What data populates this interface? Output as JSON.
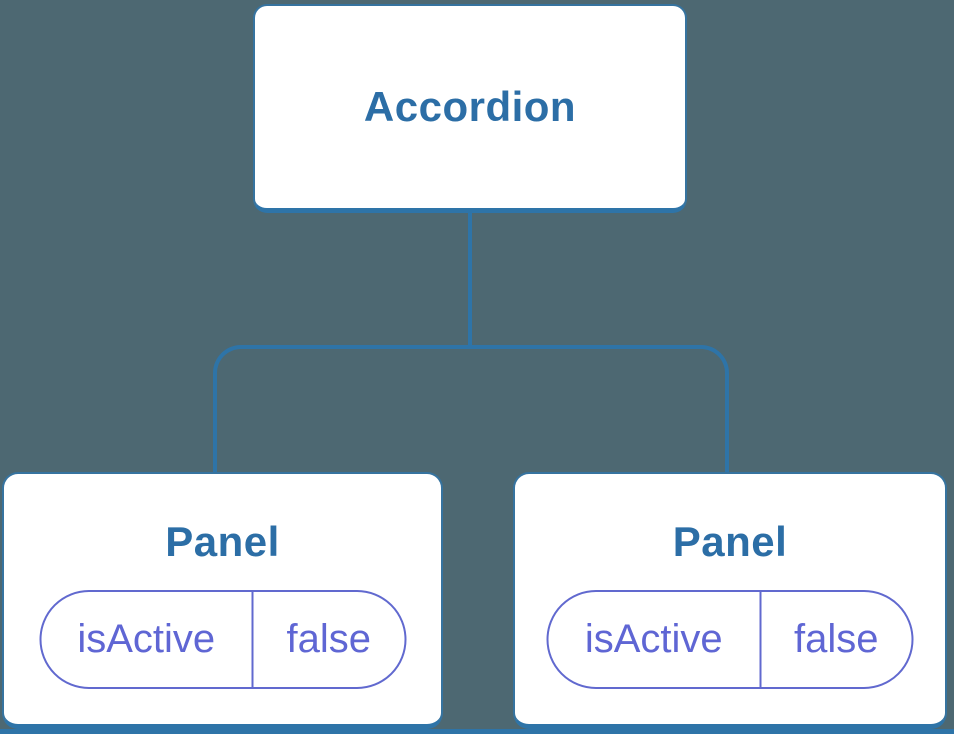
{
  "diagram": {
    "description": "component-tree",
    "root": {
      "label": "Accordion"
    },
    "children": [
      {
        "label": "Panel",
        "prop": {
          "name": "isActive",
          "value": "false"
        }
      },
      {
        "label": "Panel",
        "prop": {
          "name": "isActive",
          "value": "false"
        }
      }
    ]
  },
  "colors": {
    "background": "#4d6872",
    "connector": "#2e74a8",
    "node_border": "#36739f",
    "node_bg": "#ffffff",
    "node_text": "#2c6ea6",
    "prop_accent": "#6169cf",
    "prop_text": "#5f66d4"
  }
}
